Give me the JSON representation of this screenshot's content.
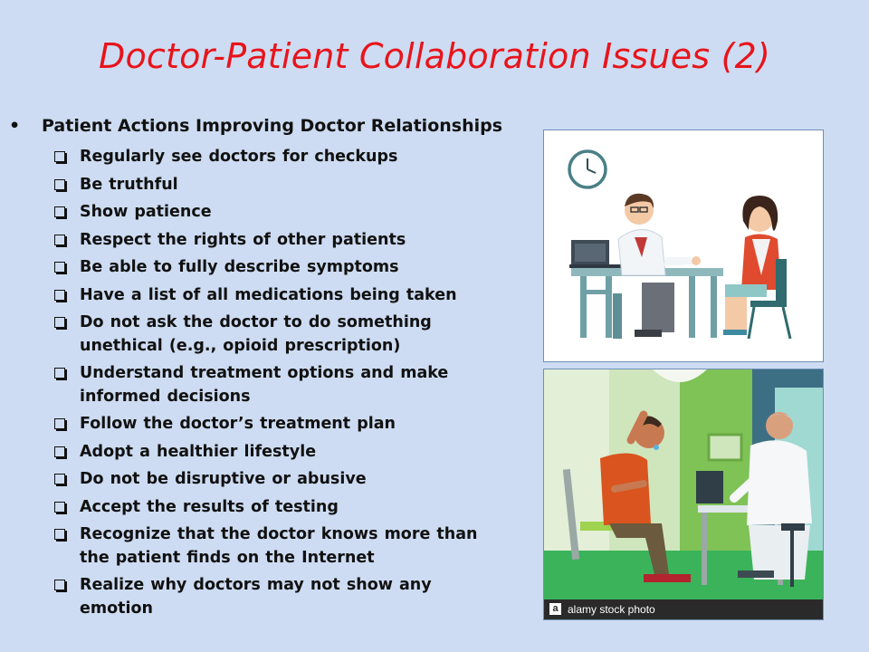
{
  "title": "Doctor-Patient Collaboration Issues (2)",
  "heading": {
    "bullet": "•",
    "text": "Patient Actions Improving Doctor Relationships"
  },
  "items": [
    "Regularly see doctors for checkups",
    "Be truthful",
    "Show patience",
    "Respect the rights of other patients",
    "Be able to fully describe symptoms",
    "Have a list of all medications being taken",
    "Do not ask the doctor to do something unethical (e.g., opioid prescription)",
    "Understand treatment options and make informed decisions",
    "Follow the doctor’s treatment plan",
    "Adopt a healthier lifestyle",
    "Do not be disruptive or abusive",
    "Accept the results of testing",
    "Recognize that the doctor knows more than the patient finds on the Internet",
    "Realize why doctors may not show any emotion"
  ],
  "images": {
    "consultation_illustration": "doctor-patient-consultation-illustration",
    "headache_illustration": "patient-headache-illustration",
    "stock_caption": "alamy stock photo",
    "stock_logo": "a"
  },
  "colors": {
    "background": "#cddcf2",
    "title": "#e8141b"
  }
}
